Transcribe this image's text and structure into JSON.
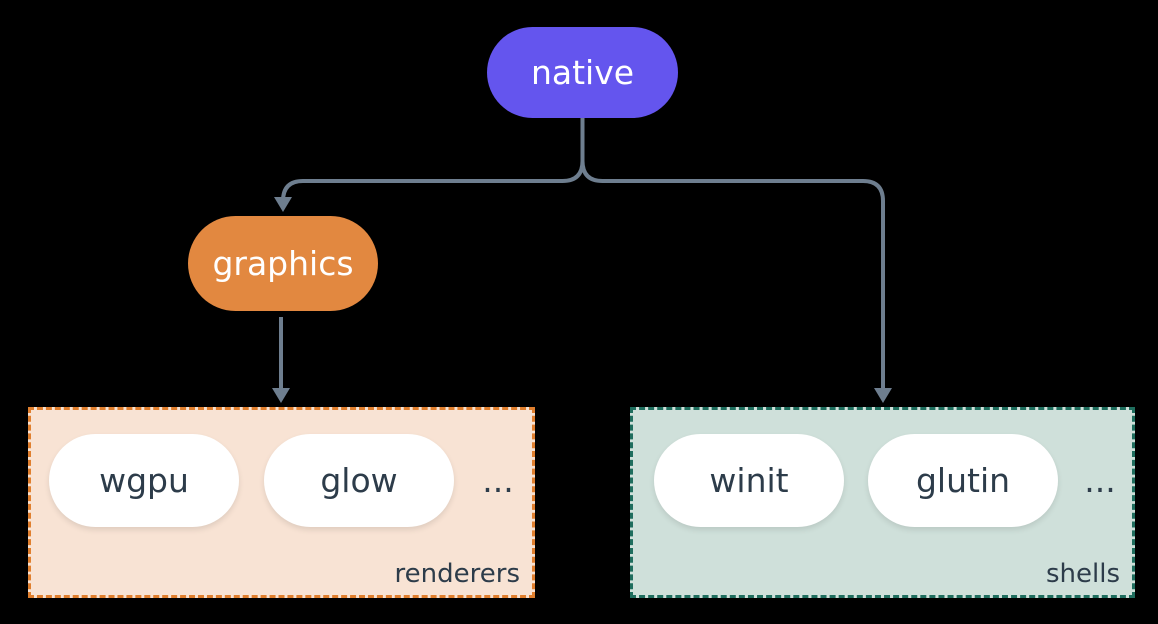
{
  "colors": {
    "background": "#000000",
    "native": "#6455ee",
    "graphics": "#e28840",
    "line": "#6e7e8f",
    "renderers-fill": "#f8e3d4",
    "renderers-border": "#e07f2e",
    "shells-fill": "#cfe0da",
    "shells-border": "#1f6e5e",
    "item-pill": "#ffffff",
    "text-dark": "#2d3c4a",
    "text-light": "#ffffff"
  },
  "diagram": {
    "root": {
      "label": "native"
    },
    "graphics": {
      "label": "graphics"
    },
    "groups": [
      {
        "label": "renderers",
        "items": [
          "wgpu",
          "glow"
        ],
        "ellipsis": "..."
      },
      {
        "label": "shells",
        "items": [
          "winit",
          "glutin"
        ],
        "ellipsis": "..."
      }
    ]
  }
}
